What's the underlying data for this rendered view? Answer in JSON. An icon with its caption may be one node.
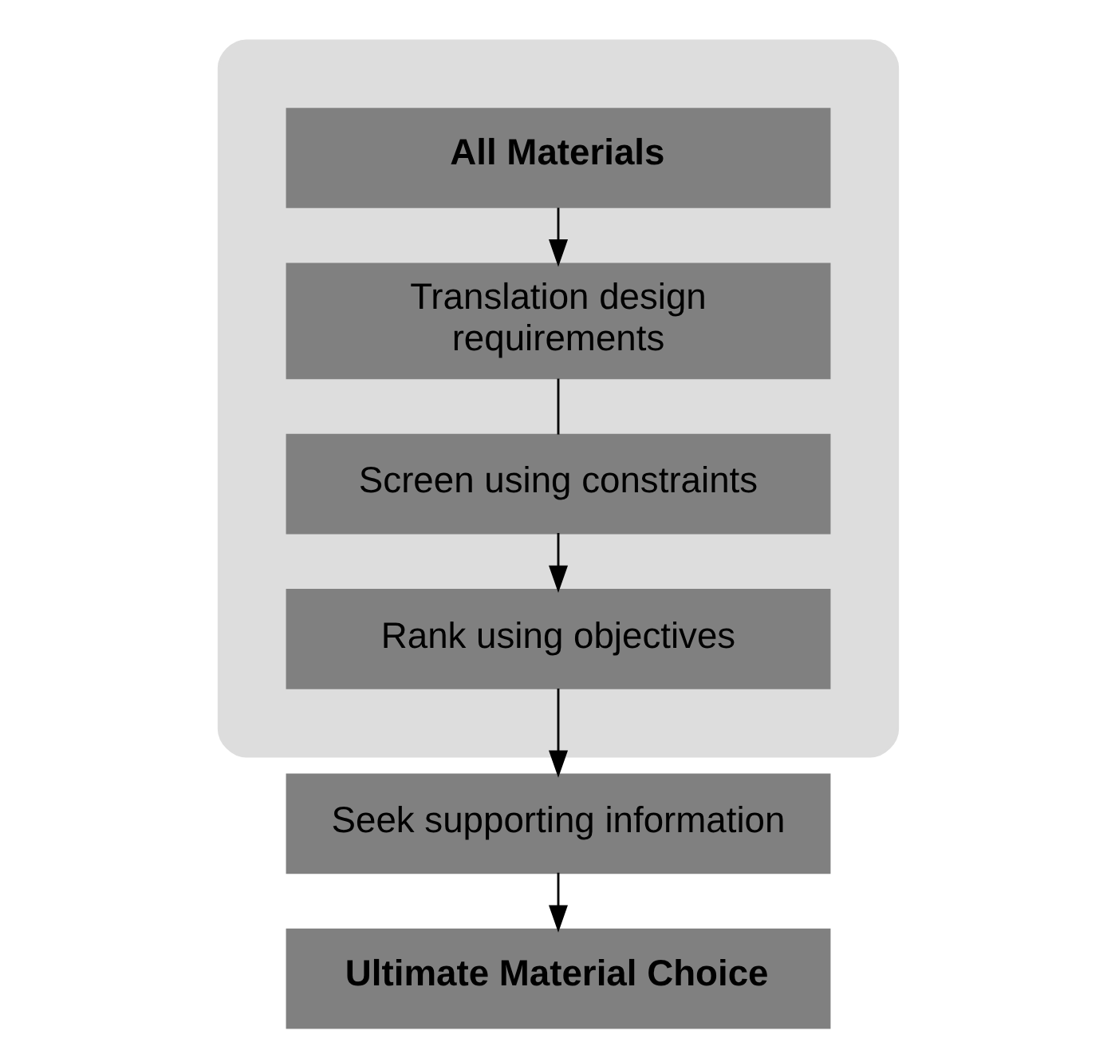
{
  "diagram": {
    "nodes": [
      {
        "text": [],
        "shape": "box"
      },
      {
        "text": [
          "All Materials"
        ],
        "in": 0
      },
      {
        "text": [
          "Translation design requirements"
        ],
        "in": 0
      },
      {
        "text": [
          "Screen using constraints"
        ],
        "in": 0
      },
      {
        "text": [
          "Rank using objectives"
        ],
        "in": 0
      },
      {
        "text": [
          "Seek supporting information"
        ]
      },
      {
        "text": [
          "Ultimate Material Choice"
        ]
      }
    ],
    "edges": [
      {
        "from": 1,
        "to": 2,
        "arrow": "to"
      },
      {
        "from": 2,
        "to": 3,
        "arrow": "none"
      },
      {
        "from": 3,
        "to": 4,
        "arrow": "to"
      },
      {
        "from": 4,
        "to": 5,
        "arrow": "to"
      },
      {
        "from": 5,
        "to": 6,
        "arrow": "to"
      }
    ]
  }
}
